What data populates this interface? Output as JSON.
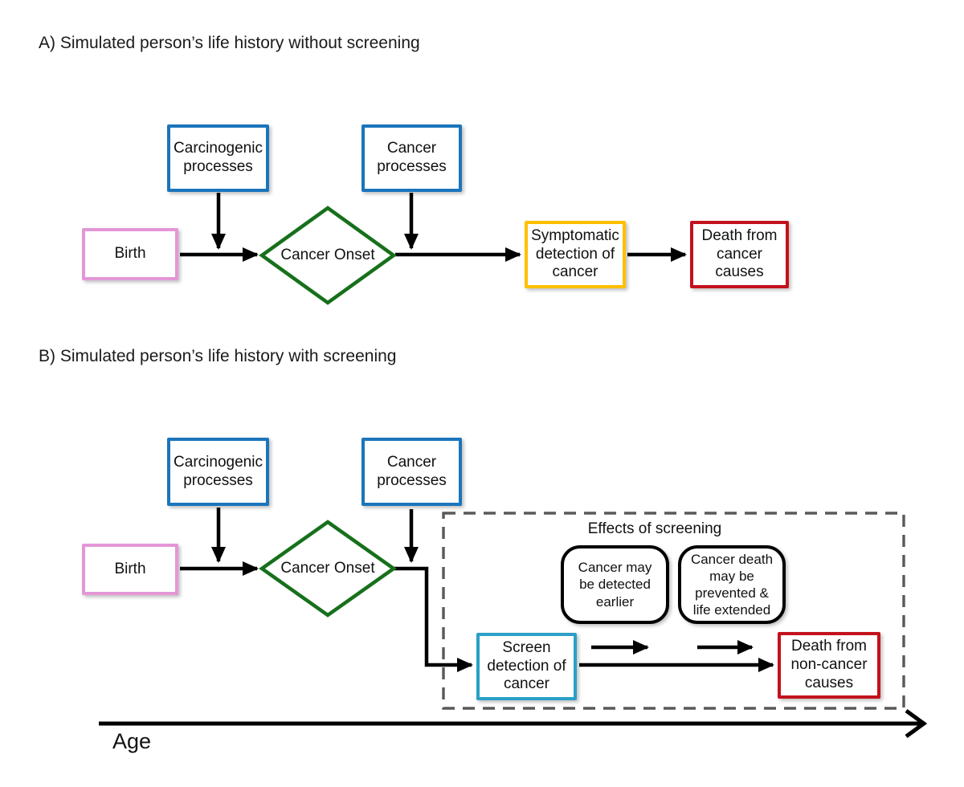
{
  "panel_a": {
    "title": "A) Simulated person’s life history without screening",
    "carcinogenic": "Carcinogenic processes",
    "cancer_processes": "Cancer processes",
    "birth": "Birth",
    "cancer_onset": "Cancer Onset",
    "symptomatic_detection": "Symptomatic detection of cancer",
    "death_cancer": "Death from cancer causes"
  },
  "panel_b": {
    "title": "B) Simulated person’s life history with screening",
    "carcinogenic": "Carcinogenic processes",
    "cancer_processes": "Cancer processes",
    "birth": "Birth",
    "cancer_onset": "Cancer Onset",
    "effects_label": "Effects of screening",
    "effect_detected": "Cancer may be detected earlier",
    "effect_prevented": "Cancer death may be prevented & life extended",
    "screen_detection": "Screen detection of cancer",
    "death_non_cancer": "Death from non-cancer causes"
  },
  "axis": {
    "label": "Age"
  },
  "colors": {
    "blue": "#1B75BB",
    "pink": "#E397D6",
    "green": "#17701C",
    "gold": "#FFBF00",
    "red": "#C3111C",
    "teal": "#2B9FC7",
    "dash_gray": "#595959",
    "black": "#000000"
  }
}
